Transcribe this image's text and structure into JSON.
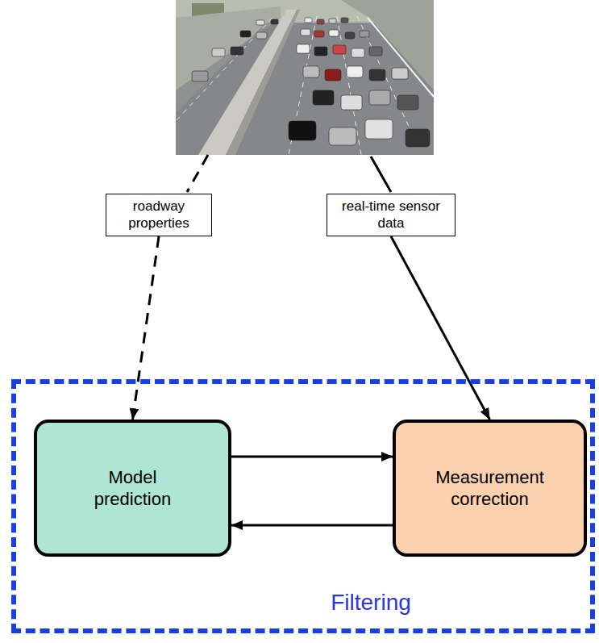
{
  "diagram": {
    "nodes": [
      {
        "text": [
          "roadway properties"
        ]
      },
      {
        "text": [
          "real-time sensor data"
        ]
      },
      {
        "text": [
          "Filtering"
        ]
      },
      {
        "text": [
          "Model prediction"
        ],
        "in": 2
      },
      {
        "text": [
          "Measurement correction"
        ],
        "in": 2
      }
    ],
    "edges": [
      {
        "from": 0,
        "to": 3,
        "arrow": "to"
      },
      {
        "from": 1,
        "to": 4,
        "arrow": "to"
      },
      {
        "from": 3,
        "to": 4,
        "arrow": "to"
      },
      {
        "from": 4,
        "to": 3,
        "arrow": "to"
      }
    ]
  }
}
